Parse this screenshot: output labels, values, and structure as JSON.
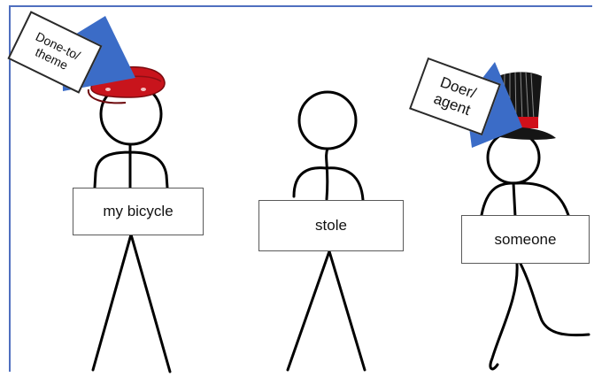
{
  "figures": [
    {
      "sign": "my bicycle",
      "role": "Done-to/\ntheme",
      "hat": "red cap"
    },
    {
      "sign": "stole"
    },
    {
      "sign": "someone",
      "role": "Doer/\nagent",
      "hat": "black striped top hat"
    }
  ],
  "colors": {
    "frame": "#4f6fbf",
    "flag": "#3b6cc7",
    "cap": "#c8141c",
    "top_hat": "#151515",
    "hat_band": "#d0101a",
    "line": "#000000"
  }
}
